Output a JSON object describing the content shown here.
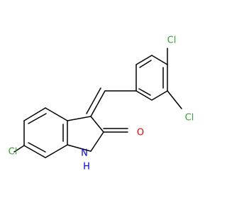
{
  "molecule": {
    "atoms": {
      "cl_top": "Cl",
      "cl_right": "Cl",
      "cl_left": "Cl",
      "oxygen": "O",
      "nitrogen": "N",
      "hydrogen": "H"
    },
    "colors": {
      "chlorine": "#2ea82e",
      "oxygen": "#ff0000",
      "nitrogen": "#0000ff",
      "bond": "#000000",
      "background": "#ffffff"
    }
  }
}
